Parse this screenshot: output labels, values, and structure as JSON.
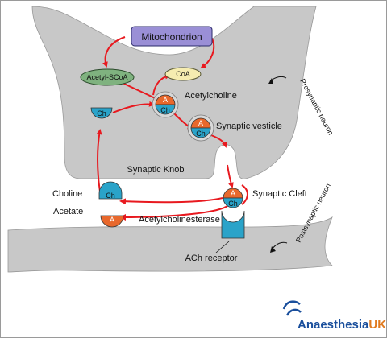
{
  "labels": {
    "mitochondrion": "Mitochondrion",
    "acetyl_scoa": "Acetyl-SCoA",
    "coa": "CoA",
    "acetylcholine": "Acetylcholine",
    "synaptic_vesicle": "Synaptic vesticle",
    "presynaptic_neuron": "Presynaptic neuron",
    "synaptic_knob": "Synaptic Knob",
    "synaptic_cleft": "Synaptic Cleft",
    "choline": "Choline",
    "acetate": "Acetate",
    "acetylcholinesterase": "Acetylcholinesterase",
    "ach_receptor": "ACh receptor",
    "postsynaptic_neuron": "Postsynaptic neuron"
  },
  "molecule_labels": {
    "acetyl": "A",
    "choline": "Ch"
  },
  "logo": {
    "part1": "Anaesthesia",
    "part2": "UK"
  },
  "colors": {
    "neuron_fill": "#c8c8c8",
    "arrow": "#e8191f",
    "acetyl": "#e8682c",
    "choline": "#2aa3c9",
    "mitochondrion": "#9a8fd6",
    "acetyl_scoa": "#7fb27f",
    "coa": "#f5ecb0",
    "receptor": "#2aa3c9",
    "logo_blue": "#1a4f9c",
    "logo_orange": "#e07a1f"
  }
}
